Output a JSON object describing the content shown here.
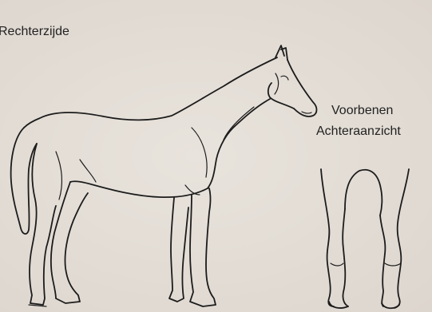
{
  "labels": {
    "side": "Rechterzijde",
    "front_legs": "Voorbenen",
    "rear_view": "Achteraanzicht"
  },
  "colors": {
    "background": "#e3ddd6",
    "ink": "#1c1c1c"
  },
  "figures": [
    {
      "name": "horse-side-view",
      "description_icon": "horse-outline-icon"
    },
    {
      "name": "front-legs-rear-view",
      "description_icon": "legs-outline-icon"
    }
  ]
}
